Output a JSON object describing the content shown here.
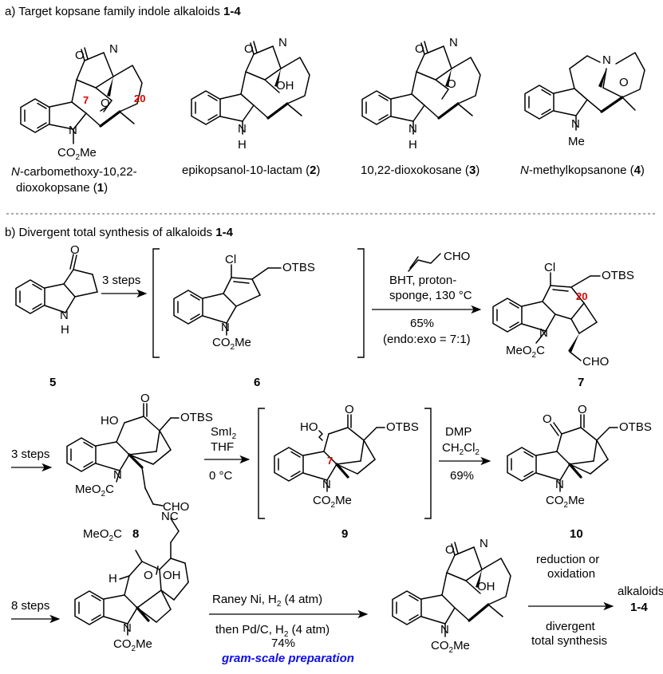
{
  "section_a": {
    "title_prefix": "a) Target kopsane family indole alkaloids ",
    "title_bold": "1-4",
    "compounds": [
      {
        "name_a": "N",
        "name_b": "-carbomethoxy-10,22-",
        "name_c": "dioxokopsane (",
        "num": "1",
        "close": ")"
      },
      {
        "name_a": "epikopsanol-10-lactam (",
        "num": "2",
        "close": ")"
      },
      {
        "name_a": "10,22-dioxokosane (",
        "num": "3",
        "close": ")"
      },
      {
        "name_a": "N",
        "name_b": "-methylkopsanone (",
        "num": "4",
        "close": ")"
      }
    ]
  },
  "section_b": {
    "title_prefix": "b) Divergent total synthesis of alkaloids ",
    "title_bold": "1-4"
  },
  "atoms": {
    "O": "O",
    "N": "N",
    "H": "H",
    "OH": "OH",
    "Cl": "Cl",
    "OTBS": "OTBS",
    "HO": "HO",
    "CO2Me_a": "CO",
    "CO2Me_b": "2",
    "CO2Me_c": "Me",
    "MeO2C_a": "MeO",
    "MeO2C_b": "2",
    "MeO2C_c": "C",
    "Me": "Me",
    "CHO": "CHO",
    "NC": "NC",
    "CHO2": "CHO"
  },
  "locants": {
    "c7": "7",
    "c20": "20"
  },
  "labels": {
    "c5": "5",
    "c6": "6",
    "c7": "7",
    "c8": "8",
    "c9": "9",
    "c10": "10"
  },
  "steps": {
    "s1": "3 steps",
    "s2_reagent_top": "CHO",
    "s2_line1": "BHT, proton-",
    "s2_line2": "sponge, 130 °C",
    "s2_yield": "65%",
    "s2_ratio": "(endo:exo = 7:1)",
    "s3": "3 steps",
    "s4_a": "SmI",
    "s4_b": "2",
    "s4_c": "THF",
    "s4_d": "0 °C",
    "s5_a": "DMP",
    "s5_b": "CH",
    "s5_c": "2",
    "s5_d": "Cl",
    "s5_e": "2",
    "s5_f": "69%",
    "s6": "8 steps",
    "s7_top": "Raney Ni, H",
    "s7_top2": "2",
    "s7_top3": " (4 atm)",
    "s7_b1": "then Pd/C, H",
    "s7_b2": "2",
    "s7_b3": " (4 atm)",
    "s7_yield": "74%",
    "s7_note": "gram-scale preparation",
    "s8_top1": "reduction or",
    "s8_top2": "oxidation",
    "s8_b1": "divergent",
    "s8_b2": "total synthesis",
    "product_a": "alkaloids",
    "product_b": "1-4"
  }
}
